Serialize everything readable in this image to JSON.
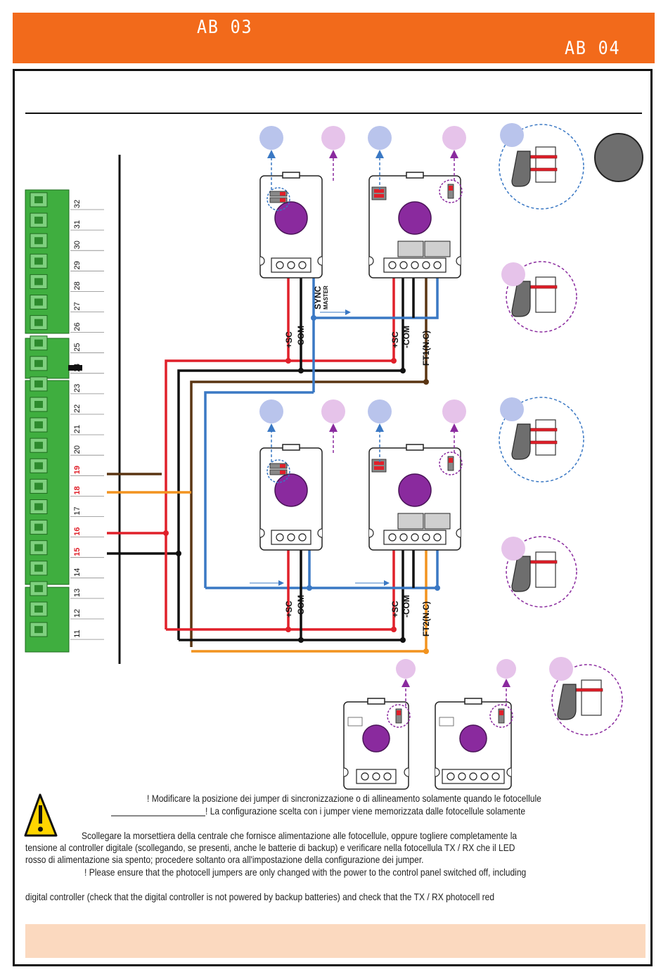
{
  "header": {
    "code_left": "AB 03",
    "code_right": "AB 04",
    "color": "#f26a1b"
  },
  "terminals": [
    "32",
    "31",
    "30",
    "29",
    "28",
    "27",
    "26",
    "25",
    "24",
    "23",
    "22",
    "21",
    "20",
    "19",
    "18",
    "17",
    "16",
    "15",
    "14",
    "13",
    "12",
    "11"
  ],
  "terminals_highlighted": [
    "19",
    "18",
    "16",
    "15"
  ],
  "wire_colors": {
    "red": "#e0202a",
    "black": "#111111",
    "brown": "#5a3512",
    "blue": "#3a78c4",
    "orange": "#f2931f",
    "purple_led": "#8a2a9e",
    "tx_circle": "#b9c4ec",
    "rx_circle": "#e6c3ea"
  },
  "labels": {
    "sc": "+SC",
    "com": "-COM",
    "sync": "SYNC",
    "master": "MASTER",
    "ft1": "FT1(N.C)",
    "ft2": "FT2(N.C)"
  },
  "notes": {
    "it_line1": "! Modificare la posizione dei jumper di sincronizzazione o di allineamento solamente quando le fotocellule",
    "it_line2": "! La configurazione scelta con i jumper viene memorizzata dalle fotocellule solamente",
    "it_line3": "Scollegare la morsettiera della centrale che fornisce alimentazione alle fotocellule, oppure togliere completamente la",
    "it_line4": "tensione al controller digitale (scollegando, se presenti, anche le batterie di backup) e verificare nella fotocellula TX / RX che il LED",
    "it_line5": "rosso di alimentazione sia spento; procedere soltanto ora all'impostazione della configurazione dei jumper.",
    "en_line1": "! Please ensure that the photocell jumpers are only changed with the power to the control panel switched off, including",
    "en_line2": "digital controller (check that the digital controller is not powered by backup batteries) and check that the TX / RX photocell red"
  },
  "icons": [
    "warning-icon",
    "gray-dot-icon",
    "jumper-detail-icon"
  ]
}
